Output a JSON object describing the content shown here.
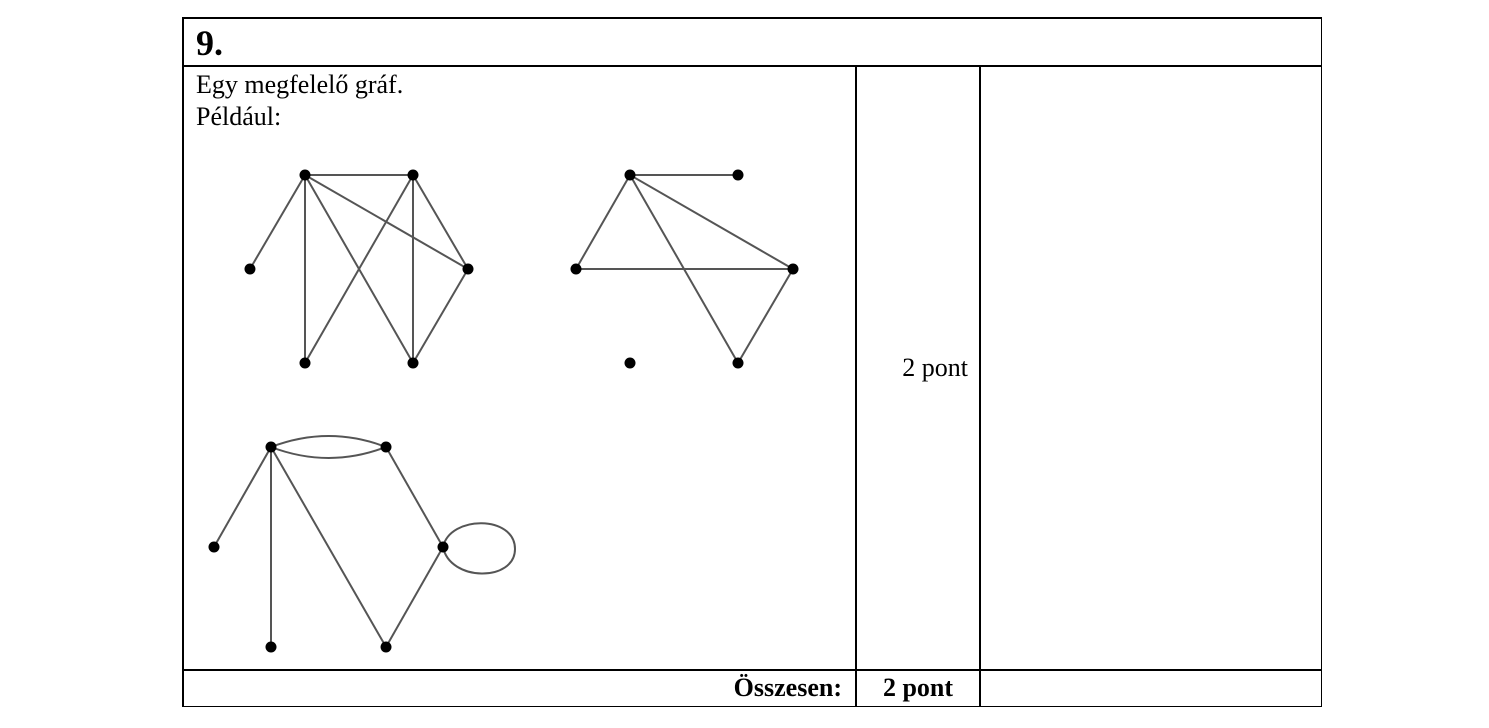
{
  "task": {
    "number": "9."
  },
  "solution": {
    "line1": "Egy megfelelő gráf.",
    "line2": "Például:"
  },
  "points": {
    "value": "2 pont"
  },
  "total": {
    "label": "Összesen:",
    "value": "2 pont"
  }
}
